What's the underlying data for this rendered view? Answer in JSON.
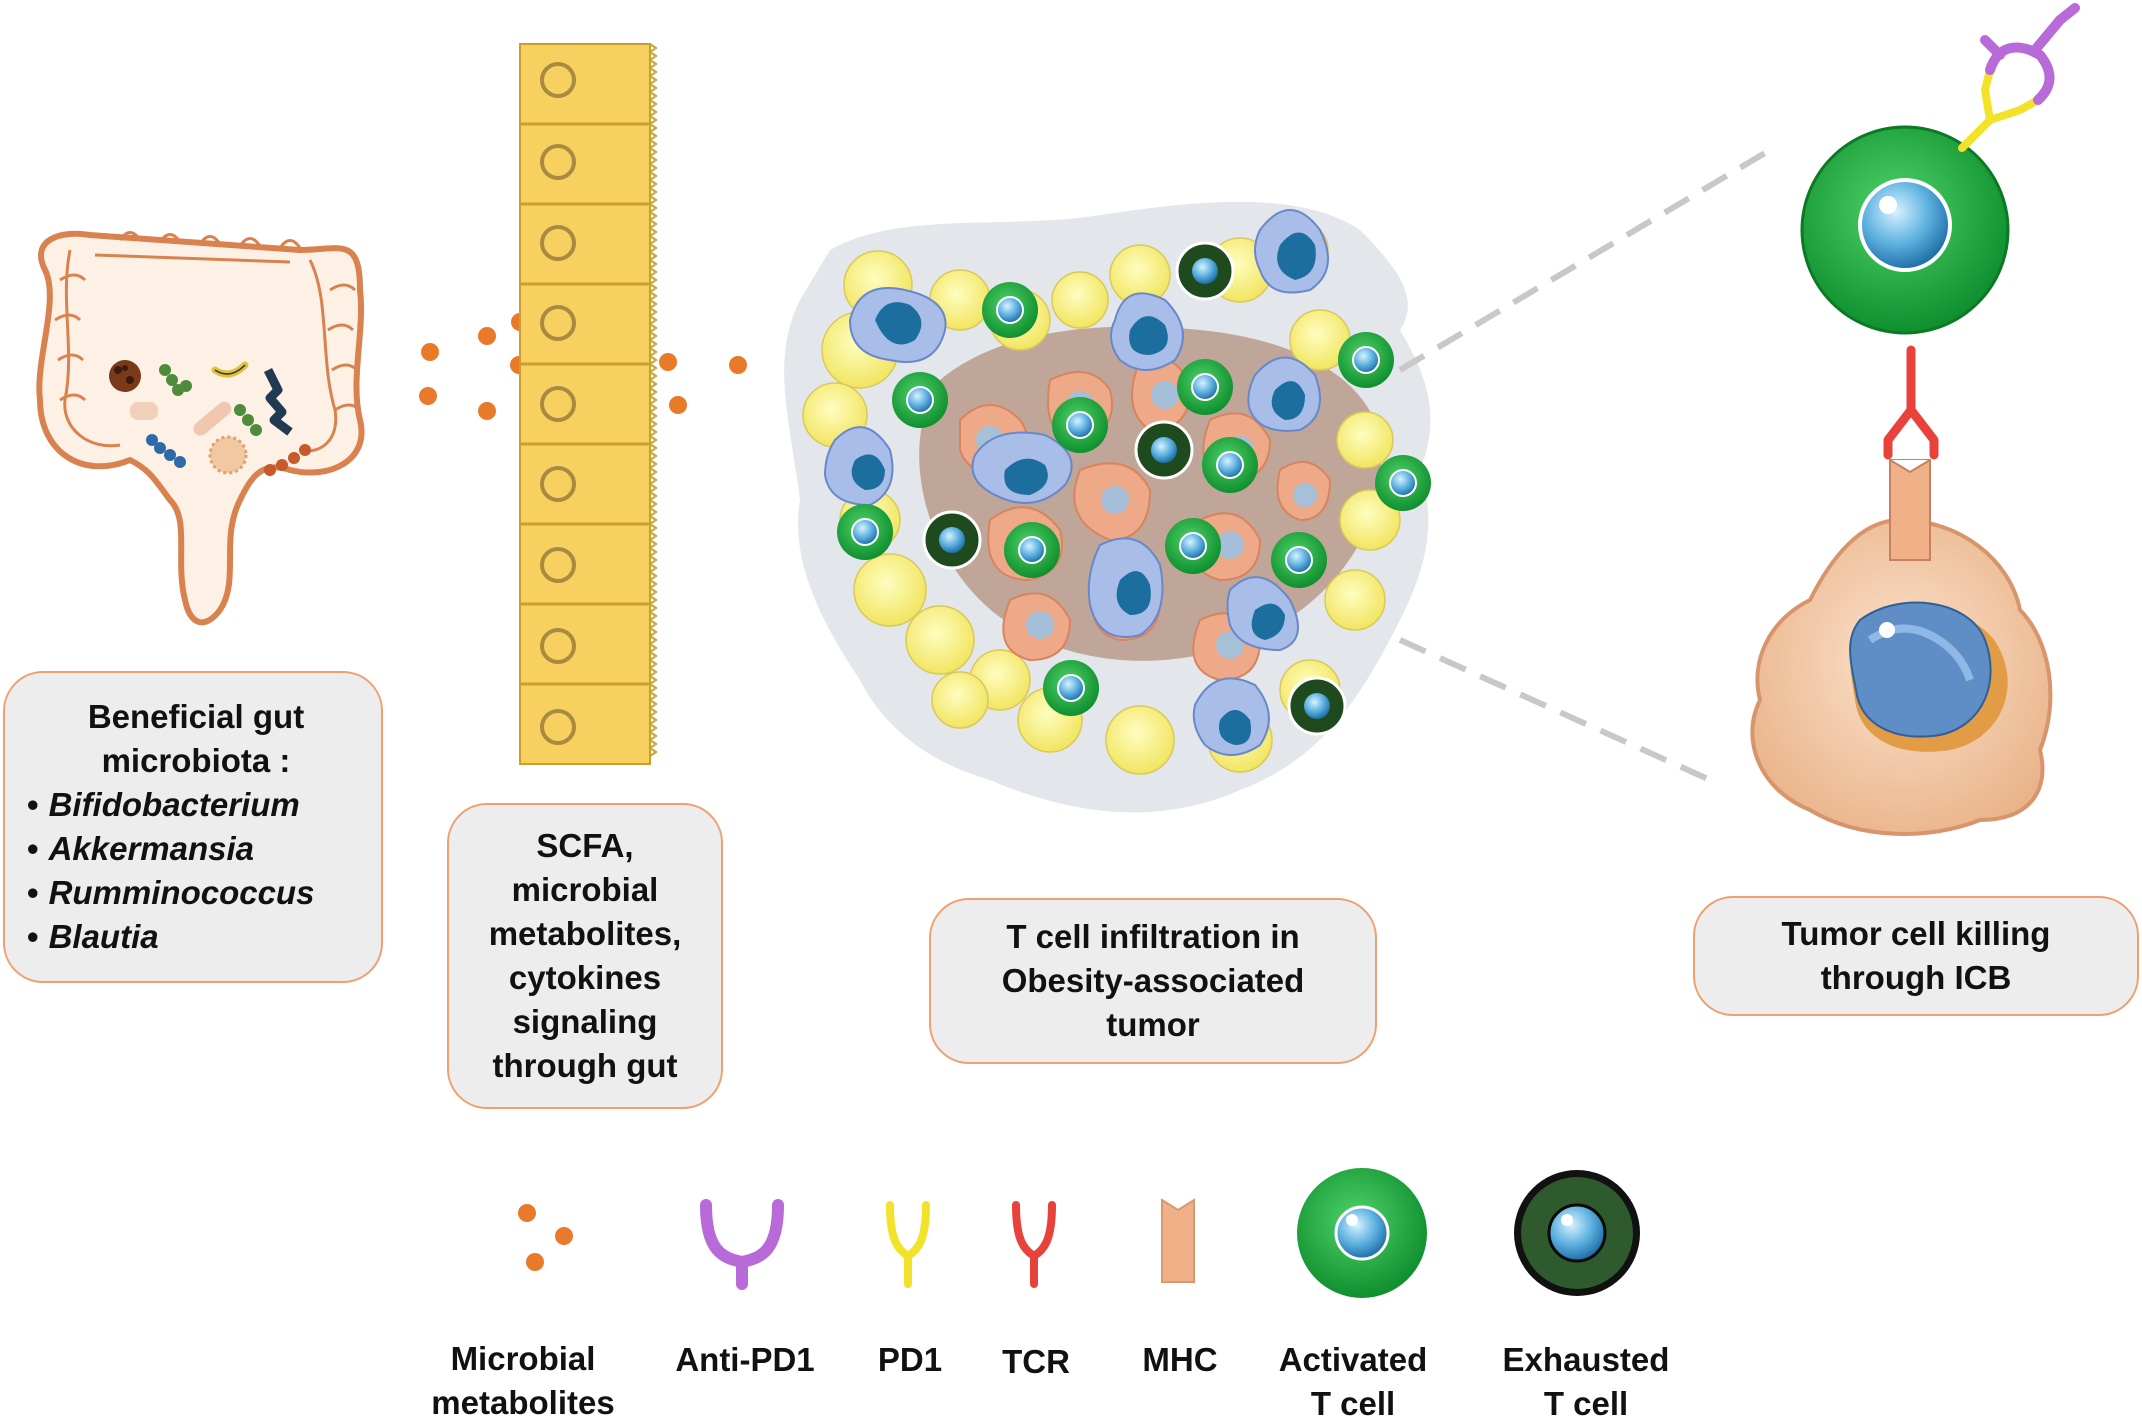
{
  "microbiota_box": {
    "title_lines": [
      "Beneficial gut",
      "microbiota :"
    ],
    "bullet": "•",
    "species": [
      "Bifidobacterium",
      "Akkermansia",
      "Rumminococcus",
      "Blautia"
    ]
  },
  "signaling_box": {
    "lines": [
      "SCFA,",
      "microbial",
      "metabolites,",
      "cytokines",
      "signaling",
      "through gut"
    ]
  },
  "tumor_box": {
    "lines": [
      "T cell infiltration in",
      "Obesity-associated",
      "tumor"
    ]
  },
  "killing_box": {
    "lines": [
      "Tumor cell killing",
      "through ICB"
    ]
  },
  "legend": [
    {
      "icon": "microbial-metabolites-icon",
      "lines": [
        "Microbial",
        "metabolites"
      ]
    },
    {
      "icon": "anti-pd1-icon",
      "lines": [
        "Anti-PD1"
      ]
    },
    {
      "icon": "pd1-icon",
      "lines": [
        "PD1"
      ]
    },
    {
      "icon": "tcr-icon",
      "lines": [
        "TCR"
      ]
    },
    {
      "icon": "mhc-icon",
      "lines": [
        "MHC"
      ]
    },
    {
      "icon": "activated-t-cell-icon",
      "lines": [
        "Activated",
        "T cell"
      ]
    },
    {
      "icon": "exhausted-t-cell-icon",
      "lines": [
        "Exhausted",
        "T cell"
      ]
    }
  ],
  "colors": {
    "box_border": "#f0a070",
    "box_fill": "#ededed",
    "metabolite": "#e87a2a",
    "anti_pd1": "#b86ad8",
    "pd1": "#f2e22a",
    "tcr": "#e8423a",
    "mhc": "#f0b088",
    "activated_t_cell": "#1aa83a",
    "exhausted_t_cell": "#1e4a1e",
    "epithelium": "#f7d060"
  }
}
